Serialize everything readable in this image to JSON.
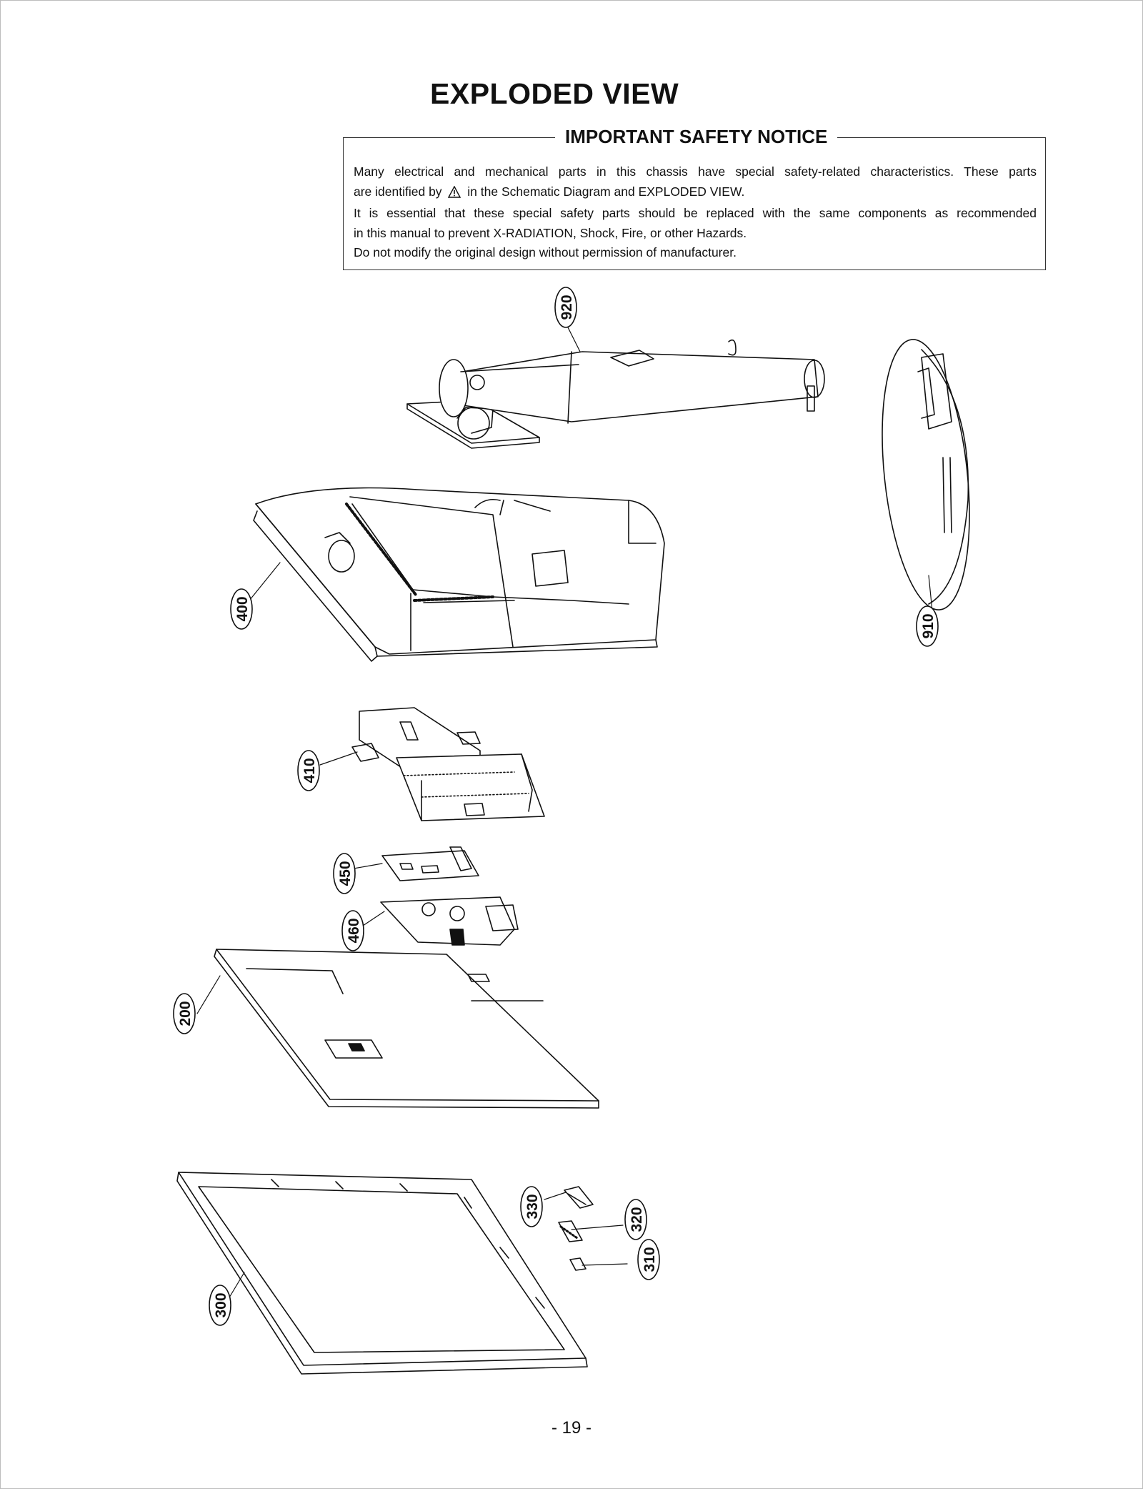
{
  "document": {
    "title": "EXPLODED VIEW",
    "page_number": "- 19 -"
  },
  "safety_notice": {
    "heading": "IMPORTANT SAFETY NOTICE",
    "line1": "Many electrical and mechanical parts in this chassis have special safety-related characteristics. These parts",
    "line2_before_icon": "are identified by",
    "line2_after_icon": "in the Schematic Diagram and EXPLODED VIEW.",
    "line3": "It is essential that these special safety parts should be replaced with the same components as recommended",
    "line4": "in this manual to prevent X-RADIATION, Shock, Fire, or other Hazards.",
    "line5": "Do not modify the original design without permission of manufacturer."
  },
  "part_labels": {
    "p920": "920",
    "p910": "910",
    "p400": "400",
    "p410": "410",
    "p450": "450",
    "p460": "460",
    "p200": "200",
    "p300": "300",
    "p330": "330",
    "p320": "320",
    "p310": "310"
  },
  "icons": {
    "safety_mark": "warning-triangle-icon"
  }
}
